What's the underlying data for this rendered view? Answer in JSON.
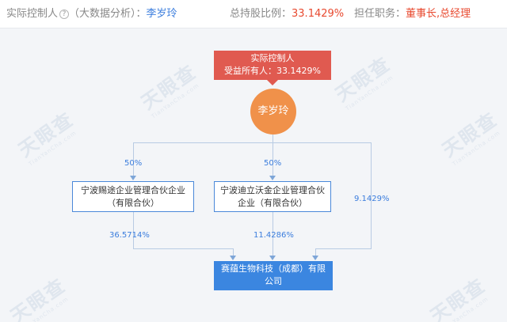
{
  "header": {
    "controller_label": "实际控制人",
    "help_symbol": "?",
    "controller_note": "（大数据分析）：",
    "controller_name": "李岁玲",
    "holding_label": "总持股比例：",
    "holding_value": "33.1429%",
    "position_label": "担任职务：",
    "position_value": "董事长,总经理"
  },
  "watermark": {
    "text": "天眼查",
    "subtext": "TianYanCha.com"
  },
  "graph": {
    "controller_tag": {
      "line1": "实际控制人",
      "line2": "受益所有人：33.1429%"
    },
    "person": {
      "name": "李岁玲"
    },
    "left_entity": {
      "line1": "宁波赐途企业管理合伙企业",
      "line2": "（有限合伙）"
    },
    "right_entity": {
      "line1": "宁波迪立沃金企业管理合伙",
      "line2": "企业（有限合伙）"
    },
    "target": {
      "line1": "赛蕴生物科技（成都）有限",
      "line2": "公司"
    },
    "percentages": {
      "person_to_left": "50%",
      "person_to_right": "50%",
      "left_to_target": "36.5714%",
      "right_to_target": "11.4286%",
      "person_to_target": "9.1429%"
    }
  },
  "colors": {
    "accent_red": "#e05a50",
    "person_orange": "#f0914a",
    "entity_blue": "#4a88d9",
    "target_blue": "#3b86e0",
    "percent_blue": "#3b7ddd"
  }
}
